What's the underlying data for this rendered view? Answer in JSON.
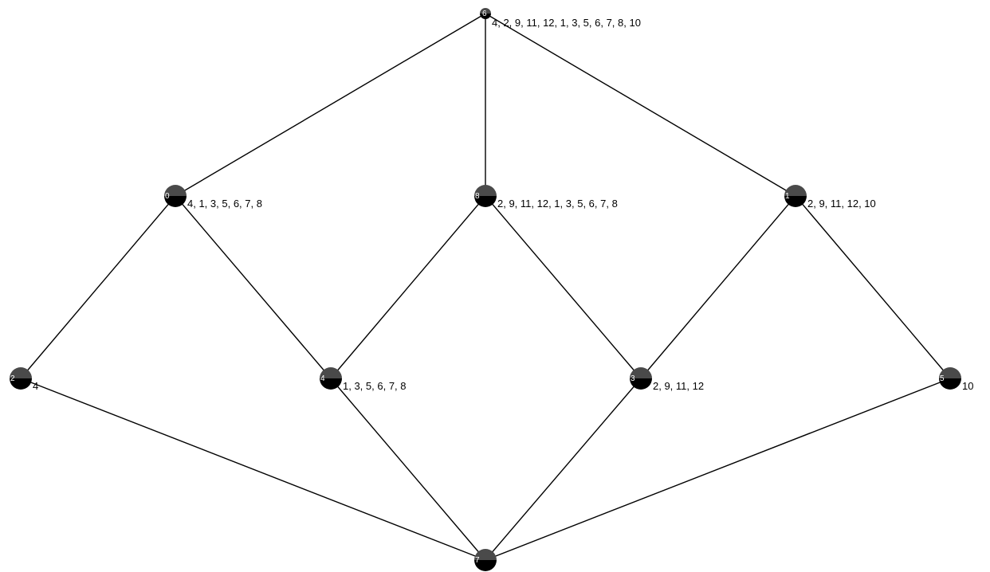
{
  "colors": {
    "node_top": "#4a4a4a",
    "node_bottom": "#000000",
    "edge": "#000000",
    "background": "#ffffff"
  },
  "nodes": [
    {
      "id": "6",
      "label": "4, 2, 9, 11, 12, 1, 3, 5, 6, 7, 8, 10"
    },
    {
      "id": "0",
      "label": "4, 1, 3, 5, 6, 7, 8"
    },
    {
      "id": "8",
      "label": "2, 9, 11, 12, 1, 3, 5, 6, 7, 8"
    },
    {
      "id": "1",
      "label": "2, 9, 11, 12, 10"
    },
    {
      "id": "2",
      "label": "4"
    },
    {
      "id": "4",
      "label": "1, 3, 5, 6, 7, 8"
    },
    {
      "id": "3",
      "label": "2, 9, 11, 12"
    },
    {
      "id": "5",
      "label": "10"
    },
    {
      "id": "7",
      "label": ""
    }
  ],
  "edges": [
    [
      "6",
      "0"
    ],
    [
      "6",
      "8"
    ],
    [
      "6",
      "1"
    ],
    [
      "0",
      "2"
    ],
    [
      "0",
      "4"
    ],
    [
      "8",
      "4"
    ],
    [
      "8",
      "3"
    ],
    [
      "1",
      "3"
    ],
    [
      "1",
      "5"
    ],
    [
      "2",
      "7"
    ],
    [
      "4",
      "7"
    ],
    [
      "3",
      "7"
    ],
    [
      "5",
      "7"
    ]
  ]
}
